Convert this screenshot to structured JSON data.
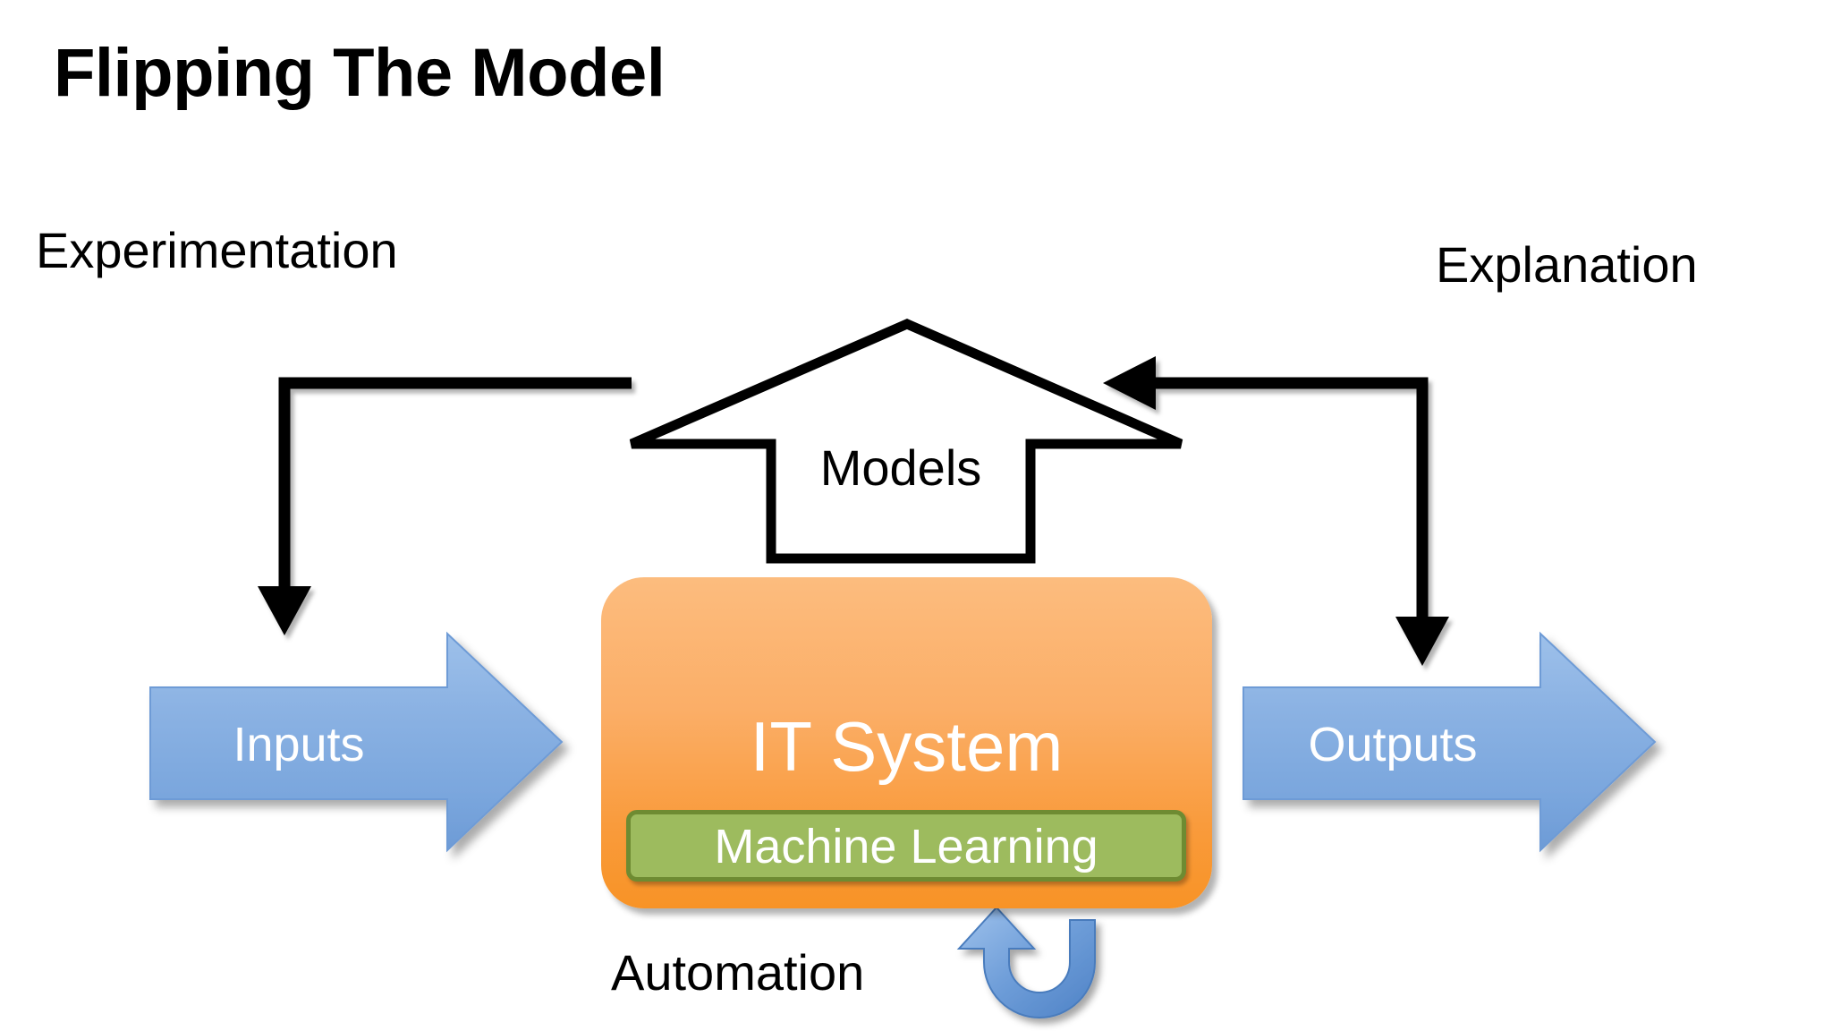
{
  "slide": {
    "title": "Flipping The Model",
    "background_color": "#FFFFFF"
  },
  "diagram": {
    "type": "flow-diagram",
    "nodes": [
      {
        "id": "inputs",
        "label": "Inputs",
        "shape": "right-arrow",
        "fill": "#8AB2E0",
        "text_color": "#FFFFFF"
      },
      {
        "id": "it-system",
        "label": "IT System",
        "shape": "rounded-rect",
        "fill": "#FAA84B",
        "text_color": "#FFFFFF",
        "child": {
          "id": "machine-learning",
          "label": "Machine Learning",
          "shape": "rounded-rect",
          "fill": "#9DBB5E",
          "border": "#6E8B32",
          "text_color": "#FFFFFF"
        }
      },
      {
        "id": "outputs",
        "label": "Outputs",
        "shape": "right-arrow",
        "fill": "#8AB2E0",
        "text_color": "#FFFFFF"
      },
      {
        "id": "models",
        "label": "Models",
        "shape": "up-arrow-outline",
        "fill": "#FFFFFF",
        "stroke": "#000000",
        "text_color": "#000000"
      }
    ],
    "connector_labels": [
      {
        "id": "experimentation",
        "label": "Experimentation",
        "color": "#000000"
      },
      {
        "id": "explanation",
        "label": "Explanation",
        "color": "#000000"
      },
      {
        "id": "automation",
        "label": "Automation",
        "color": "#000000"
      }
    ],
    "connectors": [
      {
        "id": "experimentation-connector",
        "from": "models",
        "to": "inputs",
        "style": "elbow-arrow",
        "color": "#000000"
      },
      {
        "id": "explanation-connector",
        "from": "outputs",
        "to": "models",
        "style": "elbow-arrow",
        "color": "#000000"
      },
      {
        "id": "automation-connector",
        "from": "it-system",
        "to": "it-system",
        "style": "u-turn-arrow",
        "color": "#5B8FD4"
      }
    ]
  }
}
